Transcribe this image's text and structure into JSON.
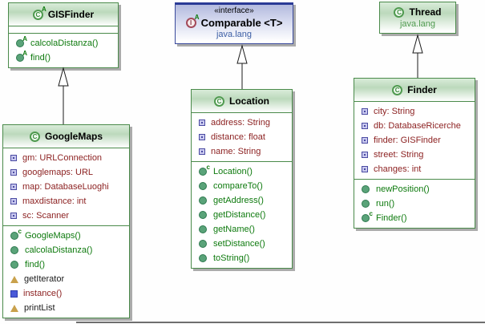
{
  "icons": {
    "class_icon": "C",
    "interface_icon": "I",
    "abstract_marker": "A",
    "constructor_marker": "c"
  },
  "diagram": {
    "classes": [
      {
        "name": "GISFinder",
        "kind": "abstract class",
        "fields": [],
        "methods": [
          {
            "label": "calcolaDistanza()",
            "icon": "abstract-method-icon"
          },
          {
            "label": "find()",
            "icon": "abstract-method-icon"
          }
        ]
      },
      {
        "stereotype": "«interface»",
        "name": "Comparable <T>",
        "kind": "interface",
        "package": "java.lang"
      },
      {
        "name": "Thread",
        "kind": "class",
        "package": "java.lang"
      },
      {
        "name": "GoogleMaps",
        "kind": "class",
        "fields": [
          {
            "label": "gm: URLConnection"
          },
          {
            "label": "googlemaps: URL"
          },
          {
            "label": "map: DatabaseLuoghi"
          },
          {
            "label": "maxdistance: int"
          },
          {
            "label": "sc: Scanner"
          }
        ],
        "methods": [
          {
            "label": "GoogleMaps()",
            "icon": "constructor-icon"
          },
          {
            "label": "calcolaDistanza()",
            "icon": "method-icon"
          },
          {
            "label": "find()",
            "icon": "method-icon"
          },
          {
            "label": "getIterator",
            "icon": "inherited-member-icon"
          },
          {
            "label": "instance()",
            "icon": "static-method-icon"
          },
          {
            "label": "printList",
            "icon": "inherited-member-icon"
          }
        ]
      },
      {
        "name": "Location",
        "kind": "class",
        "fields": [
          {
            "label": "address: String"
          },
          {
            "label": "distance: float"
          },
          {
            "label": "name: String"
          }
        ],
        "methods": [
          {
            "label": "Location()",
            "icon": "constructor-icon"
          },
          {
            "label": "compareTo()",
            "icon": "method-icon"
          },
          {
            "label": "getAddress()",
            "icon": "method-icon"
          },
          {
            "label": "getDistance()",
            "icon": "method-icon"
          },
          {
            "label": "getName()",
            "icon": "method-icon"
          },
          {
            "label": "setDistance()",
            "icon": "method-icon"
          },
          {
            "label": "toString()",
            "icon": "method-icon"
          }
        ]
      },
      {
        "name": "Finder",
        "kind": "class",
        "fields": [
          {
            "label": "city: String"
          },
          {
            "label": "db: DatabaseRicerche"
          },
          {
            "label": "finder: GISFinder"
          },
          {
            "label": "street: String"
          },
          {
            "label": "changes: int"
          }
        ],
        "methods": [
          {
            "label": "newPosition()",
            "icon": "method-icon"
          },
          {
            "label": "run()",
            "icon": "method-icon"
          },
          {
            "label": "Finder()",
            "icon": "constructor-icon"
          }
        ]
      }
    ],
    "relations": [
      {
        "from": "GoogleMaps",
        "to": "GISFinder",
        "type": "extends"
      },
      {
        "from": "Location",
        "to": "Comparable <T>",
        "type": "implements"
      },
      {
        "from": "Finder",
        "to": "Thread",
        "type": "extends"
      }
    ],
    "colors": {
      "class_border": "#4a8a4a",
      "interface_border": "#39499b",
      "field_text": "#8b1f1f",
      "method_text": "#0e7a0e",
      "package_text_green": "#4f9a4f",
      "package_text_blue": "#3d5fa5",
      "shadow": "#ababab"
    }
  }
}
